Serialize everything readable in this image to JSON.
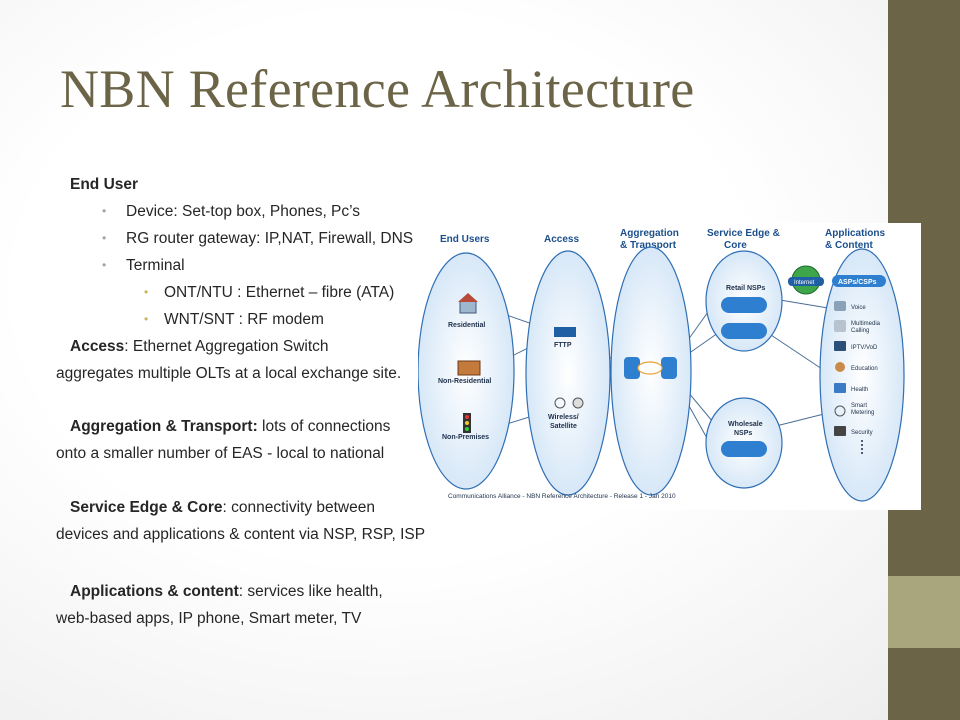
{
  "slide": {
    "title": "NBN Reference Architecture",
    "end_user_heading": "End User",
    "bullets": [
      "Device:  Set-top box, Phones, Pc’s",
      "RG router gateway: IP,NAT, Firewall, DNS",
      "Terminal"
    ],
    "sub_bullets": [
      "ONT/NTU : Ethernet – fibre (ATA)",
      "WNT/SNT : RF modem"
    ],
    "access_heading": "Access",
    "access_text": ": Ethernet Aggregation Switch",
    "access_text2": "aggregates multiple OLTs at a local exchange site.",
    "agg_heading": "Aggregation & Transport:",
    "agg_text": " lots of connections",
    "agg_text2": "onto a smaller number of EAS -  local to national",
    "service_heading": "Service Edge & Core",
    "service_text": ": connectivity between",
    "service_text2": "devices and applications & content via NSP, RSP, ISP",
    "apps_heading": "Applications & content",
    "apps_text": ": services like health,",
    "apps_text2": "web-based apps, IP phone, Smart meter, TV"
  },
  "diagram": {
    "headers": {
      "end_users": "End Users",
      "access": "Access",
      "aggregation_1": "Aggregation",
      "aggregation_2": "& Transport",
      "service_1": "Service Edge &",
      "service_2": "Core",
      "apps_1": "Applications",
      "apps_2": "& Content"
    },
    "end_users": [
      "Residential",
      "Non-Residential",
      "Non-Premises"
    ],
    "access": [
      "FTTP",
      "Wireless/",
      "Satellite"
    ],
    "service": {
      "retail": "Retail NSPs",
      "wholesale_1": "Wholesale",
      "wholesale_2": "NSPs",
      "internet": "Internet"
    },
    "apps": {
      "header": "ASPs/CSPs",
      "items": [
        "Voice",
        "Multimedia",
        "Calling",
        "IPTV/VoD",
        "Education",
        "Health",
        "Smart",
        "Metering",
        "Security"
      ]
    },
    "caption": "Communications Alliance - NBN Reference Architecture - Release 1 - Jan 2010",
    "colors": {
      "ellipse_fill": "#e4f0fb",
      "ellipse_stroke": "#2f6fb3",
      "header": "#1b4f8c",
      "pill": "#2f7fd1"
    }
  }
}
